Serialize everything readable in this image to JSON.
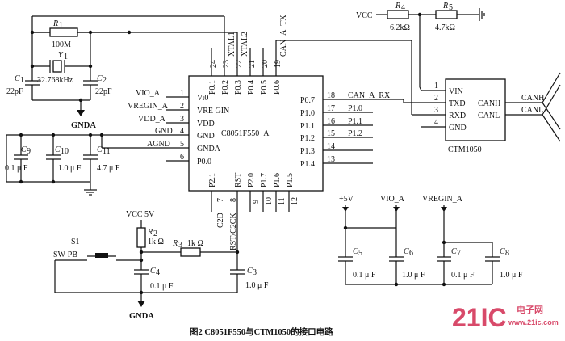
{
  "mcu": {
    "name": "C8051F550_A",
    "left_pins": [
      {
        "num": "1",
        "signal": "VIO_A",
        "inner": "Vi0"
      },
      {
        "num": "2",
        "signal": "VREGIN_A",
        "inner": "VRE GIN"
      },
      {
        "num": "3",
        "signal": "VDD_A",
        "inner": "VDD"
      },
      {
        "num": "4",
        "signal": "GND",
        "inner": "GND"
      },
      {
        "num": "5",
        "signal": "AGND",
        "inner": "GNDA"
      },
      {
        "num": "6",
        "signal": "",
        "inner": "P0.0"
      }
    ],
    "top_pins": [
      {
        "num": "24",
        "signal": "",
        "inner": "P0.1"
      },
      {
        "num": "23",
        "signal": "XTAL1",
        "inner": "P0.2"
      },
      {
        "num": "22",
        "signal": "XTAL2",
        "inner": "P0.3"
      },
      {
        "num": "21",
        "signal": "",
        "inner": "P0.4"
      },
      {
        "num": "20",
        "signal": "",
        "inner": "P0.5"
      },
      {
        "num": "19",
        "signal": "CAN_A_TX",
        "inner": "P0.6"
      }
    ],
    "right_pins": [
      {
        "num": "18",
        "signal": "CAN_A_RX",
        "inner": "P0.7"
      },
      {
        "num": "17",
        "signal": "P1.0",
        "inner": "P1.0"
      },
      {
        "num": "16",
        "signal": "P1.1",
        "inner": "P1.1"
      },
      {
        "num": "15",
        "signal": "P1.2",
        "inner": "P1.2"
      },
      {
        "num": "14",
        "signal": "",
        "inner": "P1.3"
      },
      {
        "num": "13",
        "signal": "",
        "inner": "P1.4"
      }
    ],
    "bottom_pins": [
      {
        "num": "7",
        "signal": "C2D",
        "inner": "P2.1"
      },
      {
        "num": "8",
        "signal": "RST/C2CK",
        "inner": "RST"
      },
      {
        "num": "9",
        "signal": "",
        "inner": "P2.0"
      },
      {
        "num": "10",
        "signal": "",
        "inner": "P1.7"
      },
      {
        "num": "11",
        "signal": "",
        "inner": "P1.6"
      },
      {
        "num": "12",
        "signal": "",
        "inner": "P1.5"
      }
    ]
  },
  "transceiver": {
    "name": "CTM1050",
    "left_pins": [
      {
        "num": "1",
        "label": "VIN"
      },
      {
        "num": "2",
        "label": "TXD"
      },
      {
        "num": "3",
        "label": "RXD"
      },
      {
        "num": "4",
        "label": "GND"
      }
    ],
    "right_pins": [
      {
        "label": "CANH",
        "signal": "CANH"
      },
      {
        "label": "CANL",
        "signal": "CANL"
      }
    ]
  },
  "crystal": {
    "r1_ref": "R",
    "r1_sub": "1",
    "r1_value": "100M",
    "y_ref": "Y",
    "y_sub": "1",
    "y_value": "32.768kHz",
    "c1_ref": "C",
    "c1_sub": "1",
    "c1_value": "22pF",
    "c2_ref": "C",
    "c2_sub": "2",
    "c2_value": "22pF",
    "ground": "GNDA"
  },
  "power_top": {
    "vcc": "VCC",
    "r4_ref": "R",
    "r4_sub": "4",
    "r4_value": "6.2kΩ",
    "r5_ref": "R",
    "r5_sub": "5",
    "r5_value": "4.7kΩ"
  },
  "left_caps": [
    {
      "ref": "C",
      "sub": "9",
      "value": "0.1 μ F"
    },
    {
      "ref": "C",
      "sub": "10",
      "value": "1.0 μ F"
    },
    {
      "ref": "C",
      "sub": "11",
      "value": "4.7 μ F"
    }
  ],
  "reset": {
    "vcc": "VCC 5V",
    "switch_ref": "S1",
    "switch_name": "SW-PB",
    "r2_ref": "R",
    "r2_sub": "2",
    "r2_value": "1k Ω",
    "r3_ref": "R",
    "r3_sub": "3",
    "r3_value": "1k Ω",
    "c4_ref": "C",
    "c4_sub": "4",
    "c4_value": "0.1 μ F",
    "c3_ref": "C",
    "c3_sub": "3",
    "c3_value": "1.0 μ F",
    "ground": "GNDA"
  },
  "decoupling": {
    "rails": [
      "+5V",
      "VIO_A",
      "VREGIN_A"
    ],
    "caps": [
      {
        "ref": "C",
        "sub": "5",
        "value": "0.1 μ F"
      },
      {
        "ref": "C",
        "sub": "6",
        "value": "1.0 μ F"
      },
      {
        "ref": "C",
        "sub": "7",
        "value": "0.1 μ F"
      },
      {
        "ref": "C",
        "sub": "8",
        "value": "1.0 μ F"
      }
    ]
  },
  "caption": "图2   C8051F550与CTM1050的接口电路",
  "watermark": {
    "main": "21IC",
    "top": "电子网",
    "bottom": "www.21ic.com"
  }
}
